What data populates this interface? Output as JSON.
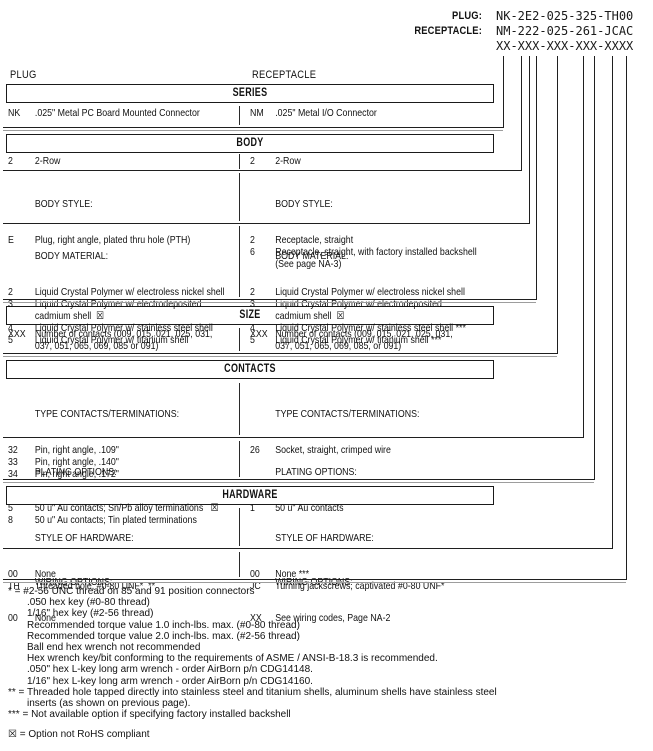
{
  "part_numbers": {
    "plug_label": "PLUG:",
    "plug_value": "NK-2E2-025-325-TH00",
    "receptacle_label": "RECEPTACLE:",
    "receptacle_value": "NM-222-025-261-JCAC",
    "mask_value": "XX-XXX-XXX-XXX-XXXX"
  },
  "column_headers": {
    "left": "PLUG",
    "right": "RECEPTACLE"
  },
  "sections": [
    {
      "title": "SERIES",
      "subsections": [
        {
          "left": {
            "heading": "",
            "items": [
              {
                "c": "NK",
                "t": ".025\" Metal PC Board Mounted Connector"
              }
            ]
          },
          "right": {
            "heading": "",
            "items": [
              {
                "c": "NM",
                "t": ".025\" Metal I/O Connector"
              }
            ]
          }
        }
      ]
    },
    {
      "title": "BODY",
      "subsections": [
        {
          "left": {
            "heading": "",
            "items": [
              {
                "c": "2",
                "t": "2-Row"
              }
            ]
          },
          "right": {
            "heading": "",
            "items": [
              {
                "c": "2",
                "t": "2-Row"
              }
            ]
          }
        },
        {
          "left": {
            "heading": "BODY STYLE:",
            "items": [
              {
                "c": "E",
                "t": "Plug, right angle, plated thru hole (PTH)"
              }
            ]
          },
          "right": {
            "heading": "BODY STYLE:",
            "items": [
              {
                "c": "2",
                "t": "Receptacle, straight"
              },
              {
                "c": "6",
                "t": "Receptacle, straight, with factory installed backshell\n(See page NA-3)"
              }
            ]
          }
        },
        {
          "left": {
            "heading": "BODY MATERIAL:",
            "items": [
              {
                "c": "2",
                "t": "Liquid Crystal Polymer w/ electroless nickel shell"
              },
              {
                "c": "3",
                "t": "Liquid Crystal Polymer w/ electrodeposited\ncadmium shell  ☒"
              },
              {
                "c": "4",
                "t": "Liquid Crystal Polymer w/ stainless steel shell"
              },
              {
                "c": "5",
                "t": "Liquid Crystal Polymer w/ titanium shell"
              }
            ]
          },
          "right": {
            "heading": "BODY MATERIAL:",
            "items": [
              {
                "c": "2",
                "t": "Liquid Crystal Polymer w/ electroless nickel shell"
              },
              {
                "c": "3",
                "t": "Liquid Crystal Polymer w/ electrodeposited\ncadmium shell  ☒"
              },
              {
                "c": "4",
                "t": "Liquid Crystal Polymer w/ stainless steel shell ***"
              },
              {
                "c": "5",
                "t": "Liquid Crystal Polymer w/ titanium shell ***"
              }
            ]
          }
        }
      ]
    },
    {
      "title": "SIZE",
      "subsections": [
        {
          "left": {
            "heading": "",
            "items": [
              {
                "c": "XXX",
                "t": "Number of contacts (009, 015, 021, 025, 031,\n037, 051, 065, 069, 085 or 091)"
              }
            ]
          },
          "right": {
            "heading": "",
            "items": [
              {
                "c": "XXX",
                "t": "Number of contacts (009, 015, 021, 025, 031,\n037, 051, 065, 069, 085, or 091)"
              }
            ]
          }
        }
      ]
    },
    {
      "title": "CONTACTS",
      "subsections": [
        {
          "left": {
            "heading": "TYPE CONTACTS/TERMINATIONS:",
            "items": [
              {
                "c": "32",
                "t": "Pin, right angle, .109\""
              },
              {
                "c": "33",
                "t": "Pin, right angle, .140\""
              },
              {
                "c": "34",
                "t": "Pin, right angle, .172\""
              }
            ]
          },
          "right": {
            "heading": "TYPE CONTACTS/TERMINATIONS:",
            "items": [
              {
                "c": "26",
                "t": "Socket, straight, crimped wire"
              }
            ]
          }
        },
        {
          "left": {
            "heading": "PLATING OPTIONS:",
            "items": [
              {
                "c": "5",
                "t": "50 u\" Au contacts; Sn/Pb alloy terminations   ☒"
              },
              {
                "c": "8",
                "t": "50 u\" Au contacts; Tin plated terminations"
              }
            ]
          },
          "right": {
            "heading": "PLATING OPTIONS:",
            "items": [
              {
                "c": "1",
                "t": "50 u\" Au contacts"
              }
            ]
          }
        }
      ]
    },
    {
      "title": "HARDWARE",
      "subsections": [
        {
          "left": {
            "heading": "STYLE OF HARDWARE:",
            "items": [
              {
                "c": "00",
                "t": "None"
              },
              {
                "c": "TH",
                "t": "Threaded hole, #0-80 UNF*  **"
              }
            ]
          },
          "right": {
            "heading": "STYLE OF HARDWARE:",
            "items": [
              {
                "c": "00",
                "t": "None ***"
              },
              {
                "c": "JC",
                "t": "Turning jackscrews, captivated #0-80 UNF*"
              }
            ]
          }
        },
        {
          "left": {
            "heading": "WIRING OPTIONS:",
            "items": [
              {
                "c": "00",
                "t": "None"
              }
            ]
          },
          "right": {
            "heading": "WIRING OPTIONS:",
            "items": [
              {
                "c": "XX",
                "t": "See wiring codes, Page NA-2"
              }
            ]
          }
        }
      ]
    }
  ],
  "footnotes": [
    {
      "ind": 0,
      "t": "* = #2-56 UNC thread on 85 and 91 position connectors"
    },
    {
      "ind": 1,
      "t": ".050 hex key (#0-80 thread)"
    },
    {
      "ind": 1,
      "t": "1/16\" hex key (#2-56 thread)"
    },
    {
      "ind": 1,
      "t": "Recommended torque value 1.0 inch-lbs. max. (#0-80 thread)"
    },
    {
      "ind": 1,
      "t": "Recommended torque value 2.0 inch-lbs. max. (#2-56 thread)"
    },
    {
      "ind": 1,
      "t": "Ball end hex wrench not recommended"
    },
    {
      "ind": 1,
      "t": "Hex wrench key/bit conforming to the requirements of ASME / ANSI-B-18.3 is recommended."
    },
    {
      "ind": 1,
      "t": ".050\" hex L-key long arm wrench - order AirBorn p/n CDG14148."
    },
    {
      "ind": 1,
      "t": "1/16\" hex L-key long arm wrench - order AirBorn p/n CDG14160."
    },
    {
      "ind": 0,
      "t": "** = Threaded hole tapped directly into stainless steel and titanium shells, aluminum shells have stainless steel"
    },
    {
      "ind": 1,
      "t": "inserts (as shown on previous page)."
    },
    {
      "ind": 0,
      "t": "*** = Not available option if specifying factory installed backshell"
    }
  ],
  "legend": "☒ = Option not RoHS compliant",
  "colors": {
    "line": "#1f1f1f",
    "echo": "#9d9d9d",
    "text": "#111111",
    "background": "#ffffff"
  }
}
